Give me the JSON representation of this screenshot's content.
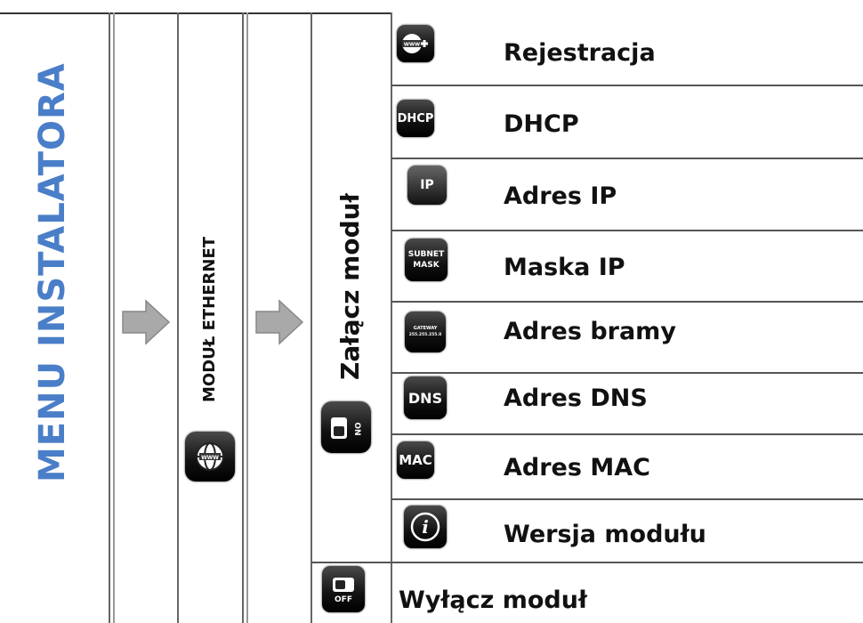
{
  "title": "MENU INSTALATORA",
  "module": "MODUŁ ETHERNET",
  "attach": "Załącz moduł",
  "items": [
    {
      "label": "Rejestracja",
      "icon": "www-plus-icon"
    },
    {
      "label": "DHCP",
      "icon": "dhcp-icon",
      "icon_text": "DHCP"
    },
    {
      "label": "Adres IP",
      "icon": "ip-icon",
      "icon_text": "IP"
    },
    {
      "label": "Maska IP",
      "icon": "subnet-mask-icon",
      "icon_text1": "SUBNET",
      "icon_text2": "MASK"
    },
    {
      "label": "Adres bramy",
      "icon": "gateway-icon",
      "icon_text1": "GATEWAY",
      "icon_text2": "255.255.255.0"
    },
    {
      "label": "Adres DNS",
      "icon": "dns-icon",
      "icon_text": "DNS"
    },
    {
      "label": "Adres MAC",
      "icon": "mac-icon",
      "icon_text": "MAC"
    },
    {
      "label": "Wersja modułu",
      "icon": "info-icon",
      "icon_text": "i"
    }
  ],
  "off_item": {
    "label": "Wyłącz moduł",
    "icon": "switch-off-icon",
    "icon_text": "OFF"
  },
  "on_icon_text": "ON",
  "colors": {
    "title": "#4a7ec8",
    "arrow": "#a9a9a9"
  }
}
